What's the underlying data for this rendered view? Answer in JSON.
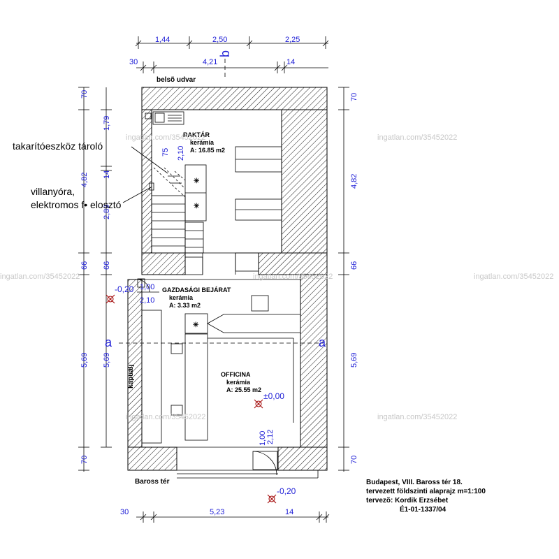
{
  "dimensions": {
    "top_row1": [
      "1,44",
      "2,50",
      "2,25"
    ],
    "top_row2": [
      "30",
      "4,21",
      "14"
    ],
    "bottom_row": [
      "30",
      "5,23",
      "14"
    ],
    "left_outer": [
      "70",
      "4,82",
      "66",
      "5,69",
      "70"
    ],
    "left_inner": [
      "1,79",
      "14",
      "2,89",
      "66",
      "5,69"
    ],
    "right": [
      "70",
      "4,82",
      "66",
      "5,69",
      "70"
    ],
    "opening1": [
      "1,00",
      "2,10"
    ],
    "opening2": [
      "75",
      "2,10"
    ],
    "opening3": [
      "1,00",
      "2,12"
    ]
  },
  "axes": {
    "b": "b",
    "a": "a"
  },
  "labels": {
    "courtyard": "belsõ udvar",
    "gateway": "kapualj",
    "square": "Baross tér"
  },
  "rooms": {
    "storage": {
      "name": "RAKTÁR",
      "floor": "kerámia",
      "area": "A: 16.85 m2"
    },
    "entrance": {
      "name": "GAZDASÁGI BEJÁRAT",
      "floor": "kerámia",
      "area": "A: 3.33 m2"
    },
    "officina": {
      "name": "OFFICINA",
      "floor": "kerámia",
      "area": "A: 25.55 m2"
    }
  },
  "notes": {
    "cleaning_storage": "takarítóeszköz tároló",
    "meter_line1": "villanyóra,",
    "meter_line2": "elektromos f• elosztó"
  },
  "levels": {
    "entrance_level": "-0,20",
    "officina_level": "±0,00",
    "street_level": "-0,20"
  },
  "watermark": "ingatlan.com/35452022",
  "title_block": {
    "line1": "Budapest, VIII. Baross tér 18.",
    "line2": "tervezett földszinti alaprajz   m=1:100",
    "line3": "tervezõ: Kordik Erzsébet",
    "line4": "É1-01-1337/04"
  },
  "colors": {
    "dimension": "#1c1cd6",
    "lines": "#000000",
    "watermark": "#c8c8c8"
  }
}
